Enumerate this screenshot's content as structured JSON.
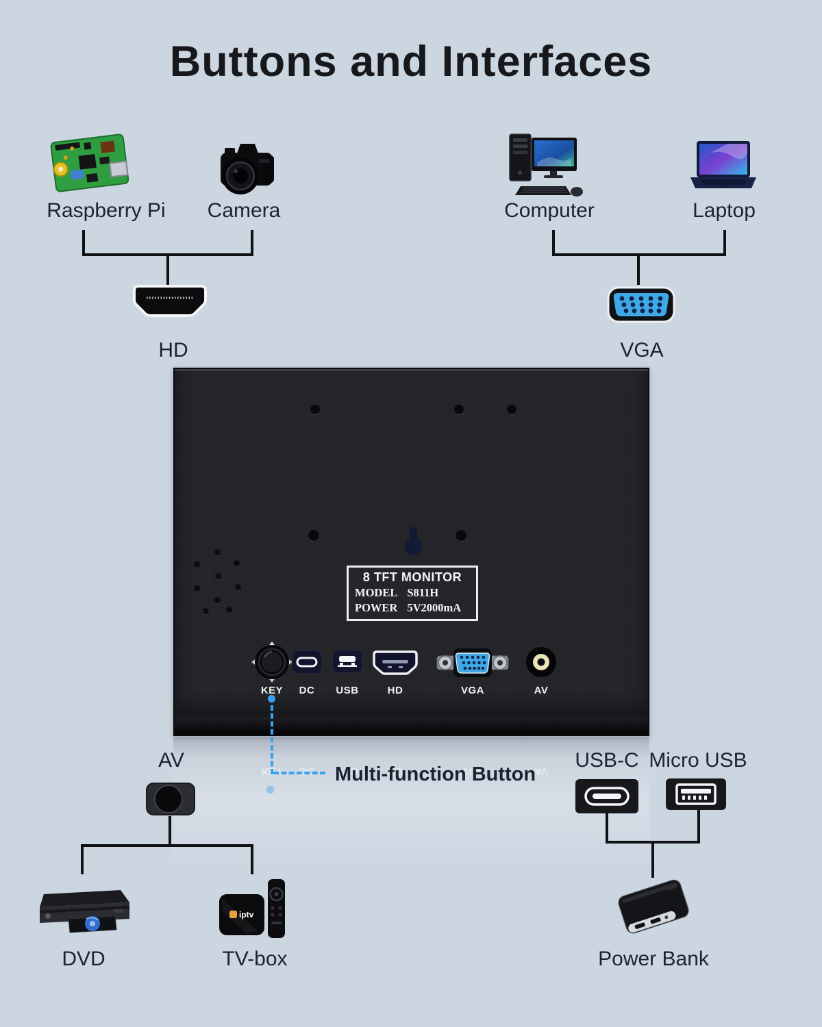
{
  "title": "Buttons and Interfaces",
  "colors": {
    "background": "#ccd6e1",
    "line": "#101114",
    "callout_blue": "#3aa1ef",
    "vga_blue": "#3fa9e8",
    "monitor_panel": "#232428",
    "label_text": "#1c2330",
    "av_ring_yellow": "#ebe3b4"
  },
  "top_left": {
    "devices": [
      {
        "label": "Raspberry Pi",
        "icon": "raspberry-pi"
      },
      {
        "label": "Camera",
        "icon": "camera"
      }
    ],
    "connector": {
      "label": "HD",
      "icon": "hdmi-plug"
    }
  },
  "top_right": {
    "devices": [
      {
        "label": "Computer",
        "icon": "desktop-computer"
      },
      {
        "label": "Laptop",
        "icon": "laptop"
      }
    ],
    "connector": {
      "label": "VGA",
      "icon": "vga-plug"
    }
  },
  "monitor": {
    "plate": {
      "title": "8 TFT MONITOR",
      "model_label": "MODEL",
      "model_value": "S811H",
      "power_label": "POWER",
      "power_value": "5V2000mA"
    },
    "ports": [
      {
        "label": "KEY",
        "icon": "joystick-button"
      },
      {
        "label": "DC",
        "icon": "usb-c-dc-port"
      },
      {
        "label": "USB",
        "icon": "micro-usb-port"
      },
      {
        "label": "HD",
        "icon": "hdmi-port"
      },
      {
        "label": "VGA",
        "icon": "vga-port"
      },
      {
        "label": "AV",
        "icon": "rca-av-port"
      }
    ],
    "callout": {
      "label": "Multi-function Button"
    }
  },
  "bottom_left": {
    "connector": {
      "label": "AV",
      "icon": "rca-av-jack"
    },
    "devices": [
      {
        "label": "DVD",
        "icon": "dvd-player"
      },
      {
        "label": "TV-box",
        "icon": "tv-box",
        "logo": "iptv"
      }
    ]
  },
  "bottom_right": {
    "connectors": [
      {
        "label": "USB-C",
        "icon": "usb-c-connector"
      },
      {
        "label": "Micro USB",
        "icon": "micro-usb-connector"
      }
    ],
    "devices": [
      {
        "label": "Power Bank",
        "icon": "power-bank"
      }
    ]
  }
}
